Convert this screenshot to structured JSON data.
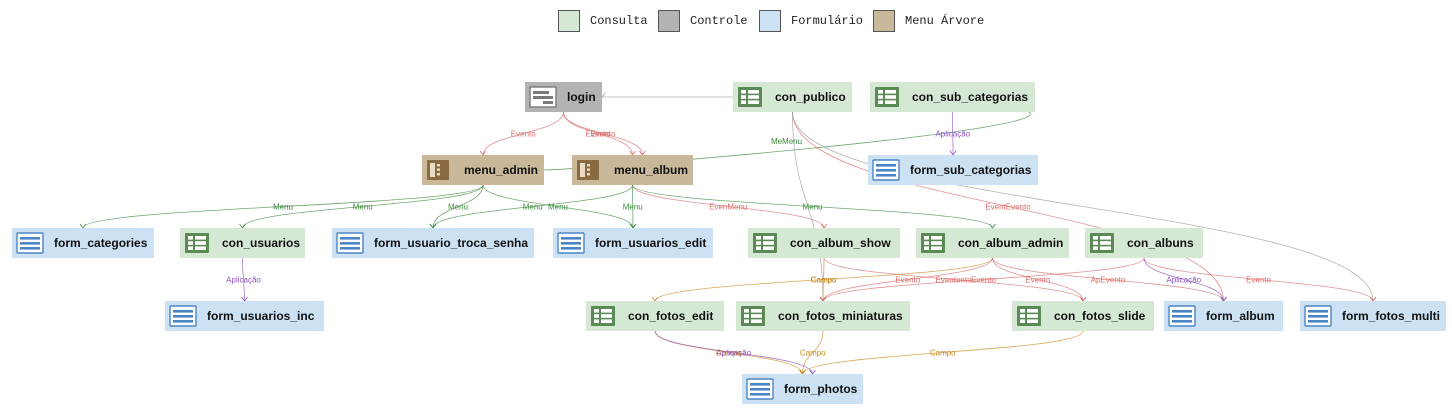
{
  "legend": [
    {
      "key": "consulta",
      "label": "Consulta",
      "color": "#d5e8d4"
    },
    {
      "key": "controle",
      "label": "Controle",
      "color": "#b3b3b3"
    },
    {
      "key": "formulario",
      "label": "Formulário",
      "color": "#cce2f4"
    },
    {
      "key": "menu",
      "label": "Menu Árvore",
      "color": "#c9b99a"
    }
  ],
  "colors": {
    "consulta": {
      "fill": "#d5e8d4",
      "icon": "#5b8a57"
    },
    "controle": {
      "fill": "#b3b3b3",
      "icon": "#7a7a7a"
    },
    "formulario": {
      "fill": "#cce2f4",
      "icon": "#4a86c6"
    },
    "menu": {
      "fill": "#c9b99a",
      "icon": "#8a6a40"
    },
    "edges": {
      "Evento": "#d96b6b",
      "Menu": "#3f8a3f",
      "Aplicação": "#8a4fbf",
      "Campo": "#c9891c",
      "MenuMenu": "#3f8a3f"
    }
  },
  "nodes": [
    {
      "id": "login",
      "label": "login",
      "type": "controle",
      "icon": "login-form-icon"
    },
    {
      "id": "con_publico",
      "label": "con_publico",
      "type": "consulta",
      "icon": "grid-icon"
    },
    {
      "id": "con_sub_categorias",
      "label": "con_sub_categorias",
      "type": "consulta",
      "icon": "grid-icon"
    },
    {
      "id": "menu_admin",
      "label": "menu_admin",
      "type": "menu",
      "icon": "menu-tree-icon"
    },
    {
      "id": "menu_album",
      "label": "menu_album",
      "type": "menu",
      "icon": "menu-tree-icon"
    },
    {
      "id": "form_sub_categorias",
      "label": "form_sub_categorias",
      "type": "formulario",
      "icon": "form-icon"
    },
    {
      "id": "form_categories",
      "label": "form_categories",
      "type": "formulario",
      "icon": "form-icon"
    },
    {
      "id": "con_usuarios",
      "label": "con_usuarios",
      "type": "consulta",
      "icon": "grid-icon"
    },
    {
      "id": "form_usuario_troca_senha",
      "label": "form_usuario_troca_senha",
      "type": "formulario",
      "icon": "form-icon"
    },
    {
      "id": "form_usuarios_edit",
      "label": "form_usuarios_edit",
      "type": "formulario",
      "icon": "form-icon"
    },
    {
      "id": "con_album_show",
      "label": "con_album_show",
      "type": "consulta",
      "icon": "grid-icon"
    },
    {
      "id": "con_album_admin",
      "label": "con_album_admin",
      "type": "consulta",
      "icon": "grid-icon"
    },
    {
      "id": "con_albuns",
      "label": "con_albuns",
      "type": "consulta",
      "icon": "grid-icon"
    },
    {
      "id": "form_usuarios_inc",
      "label": "form_usuarios_inc",
      "type": "formulario",
      "icon": "form-icon"
    },
    {
      "id": "con_fotos_edit",
      "label": "con_fotos_edit",
      "type": "consulta",
      "icon": "grid-icon"
    },
    {
      "id": "con_fotos_miniaturas",
      "label": "con_fotos_miniaturas",
      "type": "consulta",
      "icon": "grid-icon"
    },
    {
      "id": "con_fotos_slide",
      "label": "con_fotos_slide",
      "type": "consulta",
      "icon": "grid-icon"
    },
    {
      "id": "form_album",
      "label": "form_album",
      "type": "formulario",
      "icon": "form-icon"
    },
    {
      "id": "form_fotos_multi",
      "label": "form_fotos_multi",
      "type": "formulario",
      "icon": "form-icon"
    },
    {
      "id": "form_photos",
      "label": "form_photos",
      "type": "formulario",
      "icon": "form-icon"
    }
  ],
  "edges": [
    {
      "from": "login",
      "to": "menu_admin",
      "label": "Evento"
    },
    {
      "from": "login",
      "to": "menu_album",
      "label": "Evento"
    },
    {
      "from": "login",
      "to": "menu_album",
      "label": "Evento"
    },
    {
      "from": "con_publico",
      "to": "login",
      "label": ""
    },
    {
      "from": "con_sub_categorias",
      "to": "form_sub_categorias",
      "label": "Aplicação"
    },
    {
      "from": "menu_admin",
      "to": "con_sub_categorias",
      "label": "MeMenu"
    },
    {
      "from": "menu_admin",
      "to": "form_categories",
      "label": "Menu"
    },
    {
      "from": "menu_admin",
      "to": "con_usuarios",
      "label": "Menu"
    },
    {
      "from": "menu_admin",
      "to": "form_usuario_troca_senha",
      "label": "Menu"
    },
    {
      "from": "menu_admin",
      "to": "form_usuarios_edit",
      "label": "Menu"
    },
    {
      "from": "menu_album",
      "to": "form_usuario_troca_senha",
      "label": "Menu"
    },
    {
      "from": "menu_album",
      "to": "form_usuarios_edit",
      "label": "Menu"
    },
    {
      "from": "menu_album",
      "to": "con_album_show",
      "label": "EvenMenu"
    },
    {
      "from": "menu_album",
      "to": "con_album_admin",
      "label": "Menu"
    },
    {
      "from": "con_usuarios",
      "to": "form_usuarios_inc",
      "label": "Aplicação"
    },
    {
      "from": "con_publico",
      "to": "form_album",
      "label": "EventEvento"
    },
    {
      "from": "con_publico",
      "to": "form_fotos_multi",
      "label": ""
    },
    {
      "from": "con_publico",
      "to": "con_fotos_miniaturas",
      "label": ""
    },
    {
      "from": "con_album_show",
      "to": "con_fotos_miniaturas",
      "label": "Campo"
    },
    {
      "from": "con_album_show",
      "to": "con_fotos_slide",
      "label": "Eventento"
    },
    {
      "from": "con_album_admin",
      "to": "con_fotos_edit",
      "label": "Campo"
    },
    {
      "from": "con_album_admin",
      "to": "con_fotos_slide",
      "label": "Evento"
    },
    {
      "from": "con_album_admin",
      "to": "con_fotos_miniaturas",
      "label": "Evento"
    },
    {
      "from": "con_album_admin",
      "to": "form_album",
      "label": "ApEvento"
    },
    {
      "from": "con_albuns",
      "to": "con_fotos_miniaturas",
      "label": "Evento"
    },
    {
      "from": "con_albuns",
      "to": "form_album",
      "label": "Aplicação"
    },
    {
      "from": "con_albuns",
      "to": "form_fotos_multi",
      "label": "Evento"
    },
    {
      "from": "con_fotos_edit",
      "to": "form_photos",
      "label": "Campo"
    },
    {
      "from": "con_fotos_edit",
      "to": "form_photos",
      "label": "Aplicação"
    },
    {
      "from": "con_fotos_miniaturas",
      "to": "form_photos",
      "label": "Campo"
    },
    {
      "from": "con_fotos_slide",
      "to": "form_photos",
      "label": "Campo"
    }
  ]
}
